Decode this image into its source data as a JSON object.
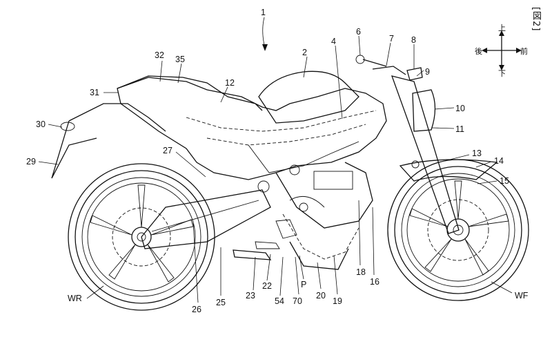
{
  "figure": {
    "title": "[図2]"
  },
  "directions": {
    "up": "上",
    "down": "下",
    "front": "前",
    "rear": "後"
  },
  "references": [
    {
      "id": "ref-1",
      "label": "1"
    },
    {
      "id": "ref-2",
      "label": "2"
    },
    {
      "id": "ref-4",
      "label": "4"
    },
    {
      "id": "ref-6",
      "label": "6"
    },
    {
      "id": "ref-7",
      "label": "7"
    },
    {
      "id": "ref-8",
      "label": "8"
    },
    {
      "id": "ref-9",
      "label": "9"
    },
    {
      "id": "ref-10",
      "label": "10"
    },
    {
      "id": "ref-11",
      "label": "11"
    },
    {
      "id": "ref-12",
      "label": "12"
    },
    {
      "id": "ref-13",
      "label": "13"
    },
    {
      "id": "ref-14",
      "label": "14"
    },
    {
      "id": "ref-15",
      "label": "15"
    },
    {
      "id": "ref-16",
      "label": "16"
    },
    {
      "id": "ref-18",
      "label": "18"
    },
    {
      "id": "ref-19",
      "label": "19"
    },
    {
      "id": "ref-20",
      "label": "20"
    },
    {
      "id": "ref-22",
      "label": "22"
    },
    {
      "id": "ref-23",
      "label": "23"
    },
    {
      "id": "ref-25",
      "label": "25"
    },
    {
      "id": "ref-26",
      "label": "26"
    },
    {
      "id": "ref-27",
      "label": "27"
    },
    {
      "id": "ref-29",
      "label": "29"
    },
    {
      "id": "ref-30",
      "label": "30"
    },
    {
      "id": "ref-31",
      "label": "31"
    },
    {
      "id": "ref-32",
      "label": "32"
    },
    {
      "id": "ref-35",
      "label": "35"
    },
    {
      "id": "ref-54",
      "label": "54"
    },
    {
      "id": "ref-70",
      "label": "70"
    },
    {
      "id": "ref-P",
      "label": "P"
    },
    {
      "id": "ref-WR",
      "label": "WR"
    },
    {
      "id": "ref-WF",
      "label": "WF"
    }
  ]
}
